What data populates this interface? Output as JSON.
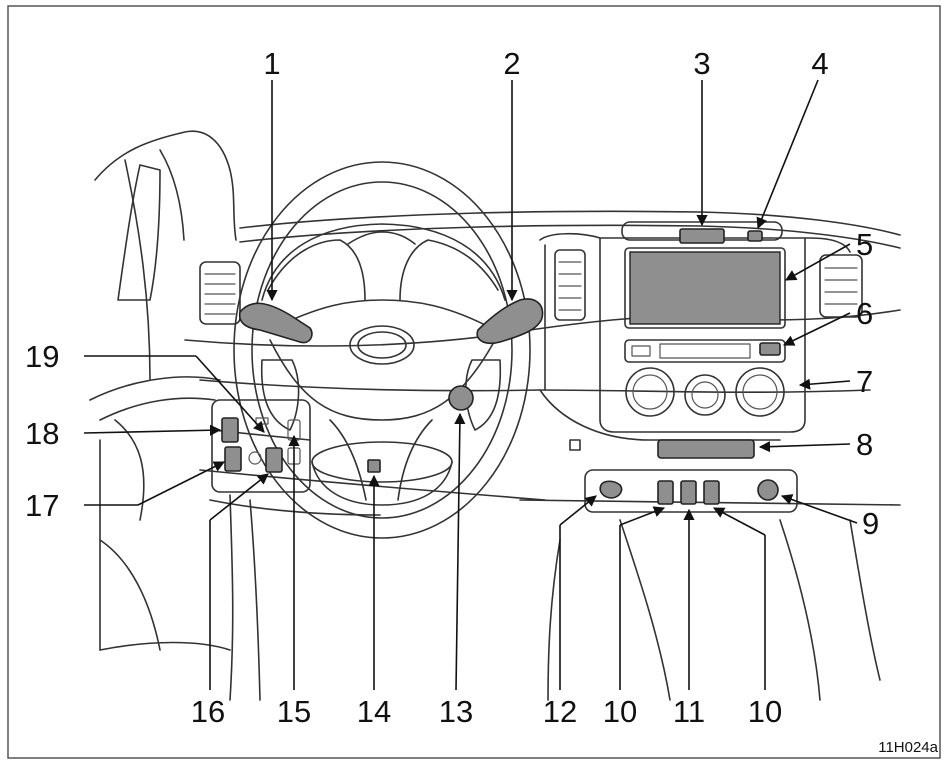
{
  "figure_code": "11H024a",
  "accent_color": "#8f8f8f",
  "callouts": [
    "1",
    "2",
    "3",
    "4",
    "5",
    "6",
    "7",
    "8",
    "9",
    "10",
    "11",
    "10",
    "12",
    "13",
    "14",
    "15",
    "16",
    "17",
    "18",
    "19"
  ]
}
